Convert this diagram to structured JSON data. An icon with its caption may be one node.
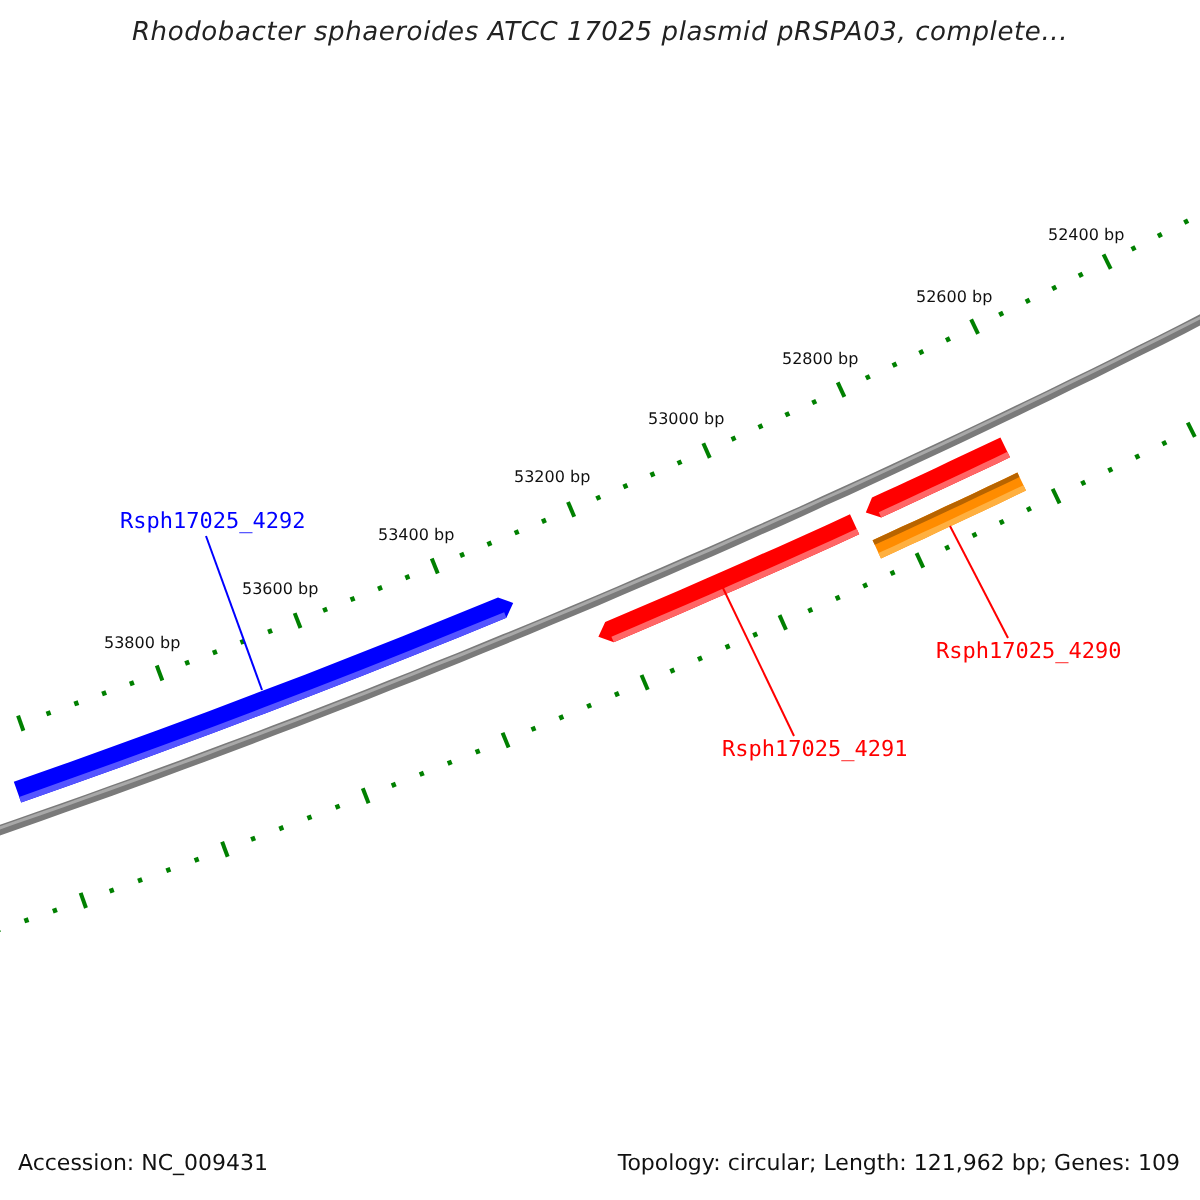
{
  "diagram": {
    "title": "Rhodobacter sphaeroides ATCC 17025 plasmid pRSPA03, complete...",
    "nodes": [
      {
        "text": [
          "Rsph17025_4292"
        ]
      },
      {
        "text": [],
        "shape": "bar"
      },
      {
        "text": [
          "Rsph17025_4291"
        ]
      },
      {
        "text": [],
        "shape": "bar"
      },
      {
        "text": [
          "Rsph17025_4290"
        ]
      },
      {
        "text": [],
        "shape": "bar"
      }
    ],
    "edges": [
      {
        "from": 0,
        "to": 1,
        "arrow": "none",
        "color": "#0000ff"
      },
      {
        "from": 2,
        "to": 3,
        "arrow": "none"
      },
      {
        "from": 4,
        "to": 5,
        "arrow": "none"
      }
    ],
    "labels": [
      "52400 bp",
      "52600 bp",
      "52800 bp",
      "53000 bp",
      "53200 bp",
      "53400 bp",
      "53600 bp",
      "53800 bp",
      "Accession: NC_009431",
      "Topology: circular; Length: 121,962 bp; Genes: 109"
    ]
  }
}
